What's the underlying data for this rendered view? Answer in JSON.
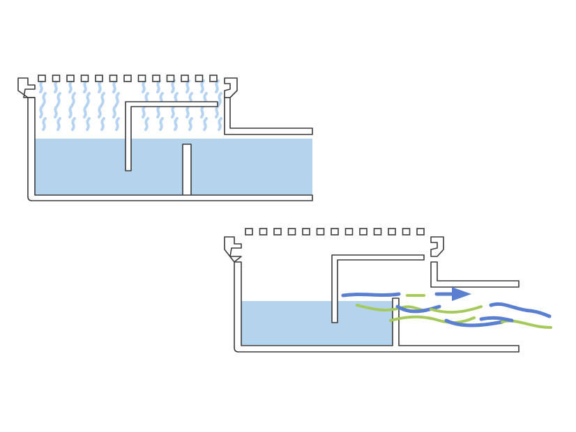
{
  "diagrams": [
    {
      "name": "tank-top",
      "state": "water-sealed",
      "vent_holes": 13,
      "steam_above_water": true,
      "gas_flow": false
    },
    {
      "name": "tank-bottom",
      "state": "water-level-lowered",
      "vent_holes": 13,
      "steam_above_water": false,
      "gas_flow": true
    }
  ],
  "colors": {
    "background": "#ffffff",
    "outline": "#3a3a3a",
    "water": "#b4d4ee",
    "steam": "#a9cdef",
    "gas_blue": "#5b7fd0",
    "gas_green": "#a5c95a"
  }
}
